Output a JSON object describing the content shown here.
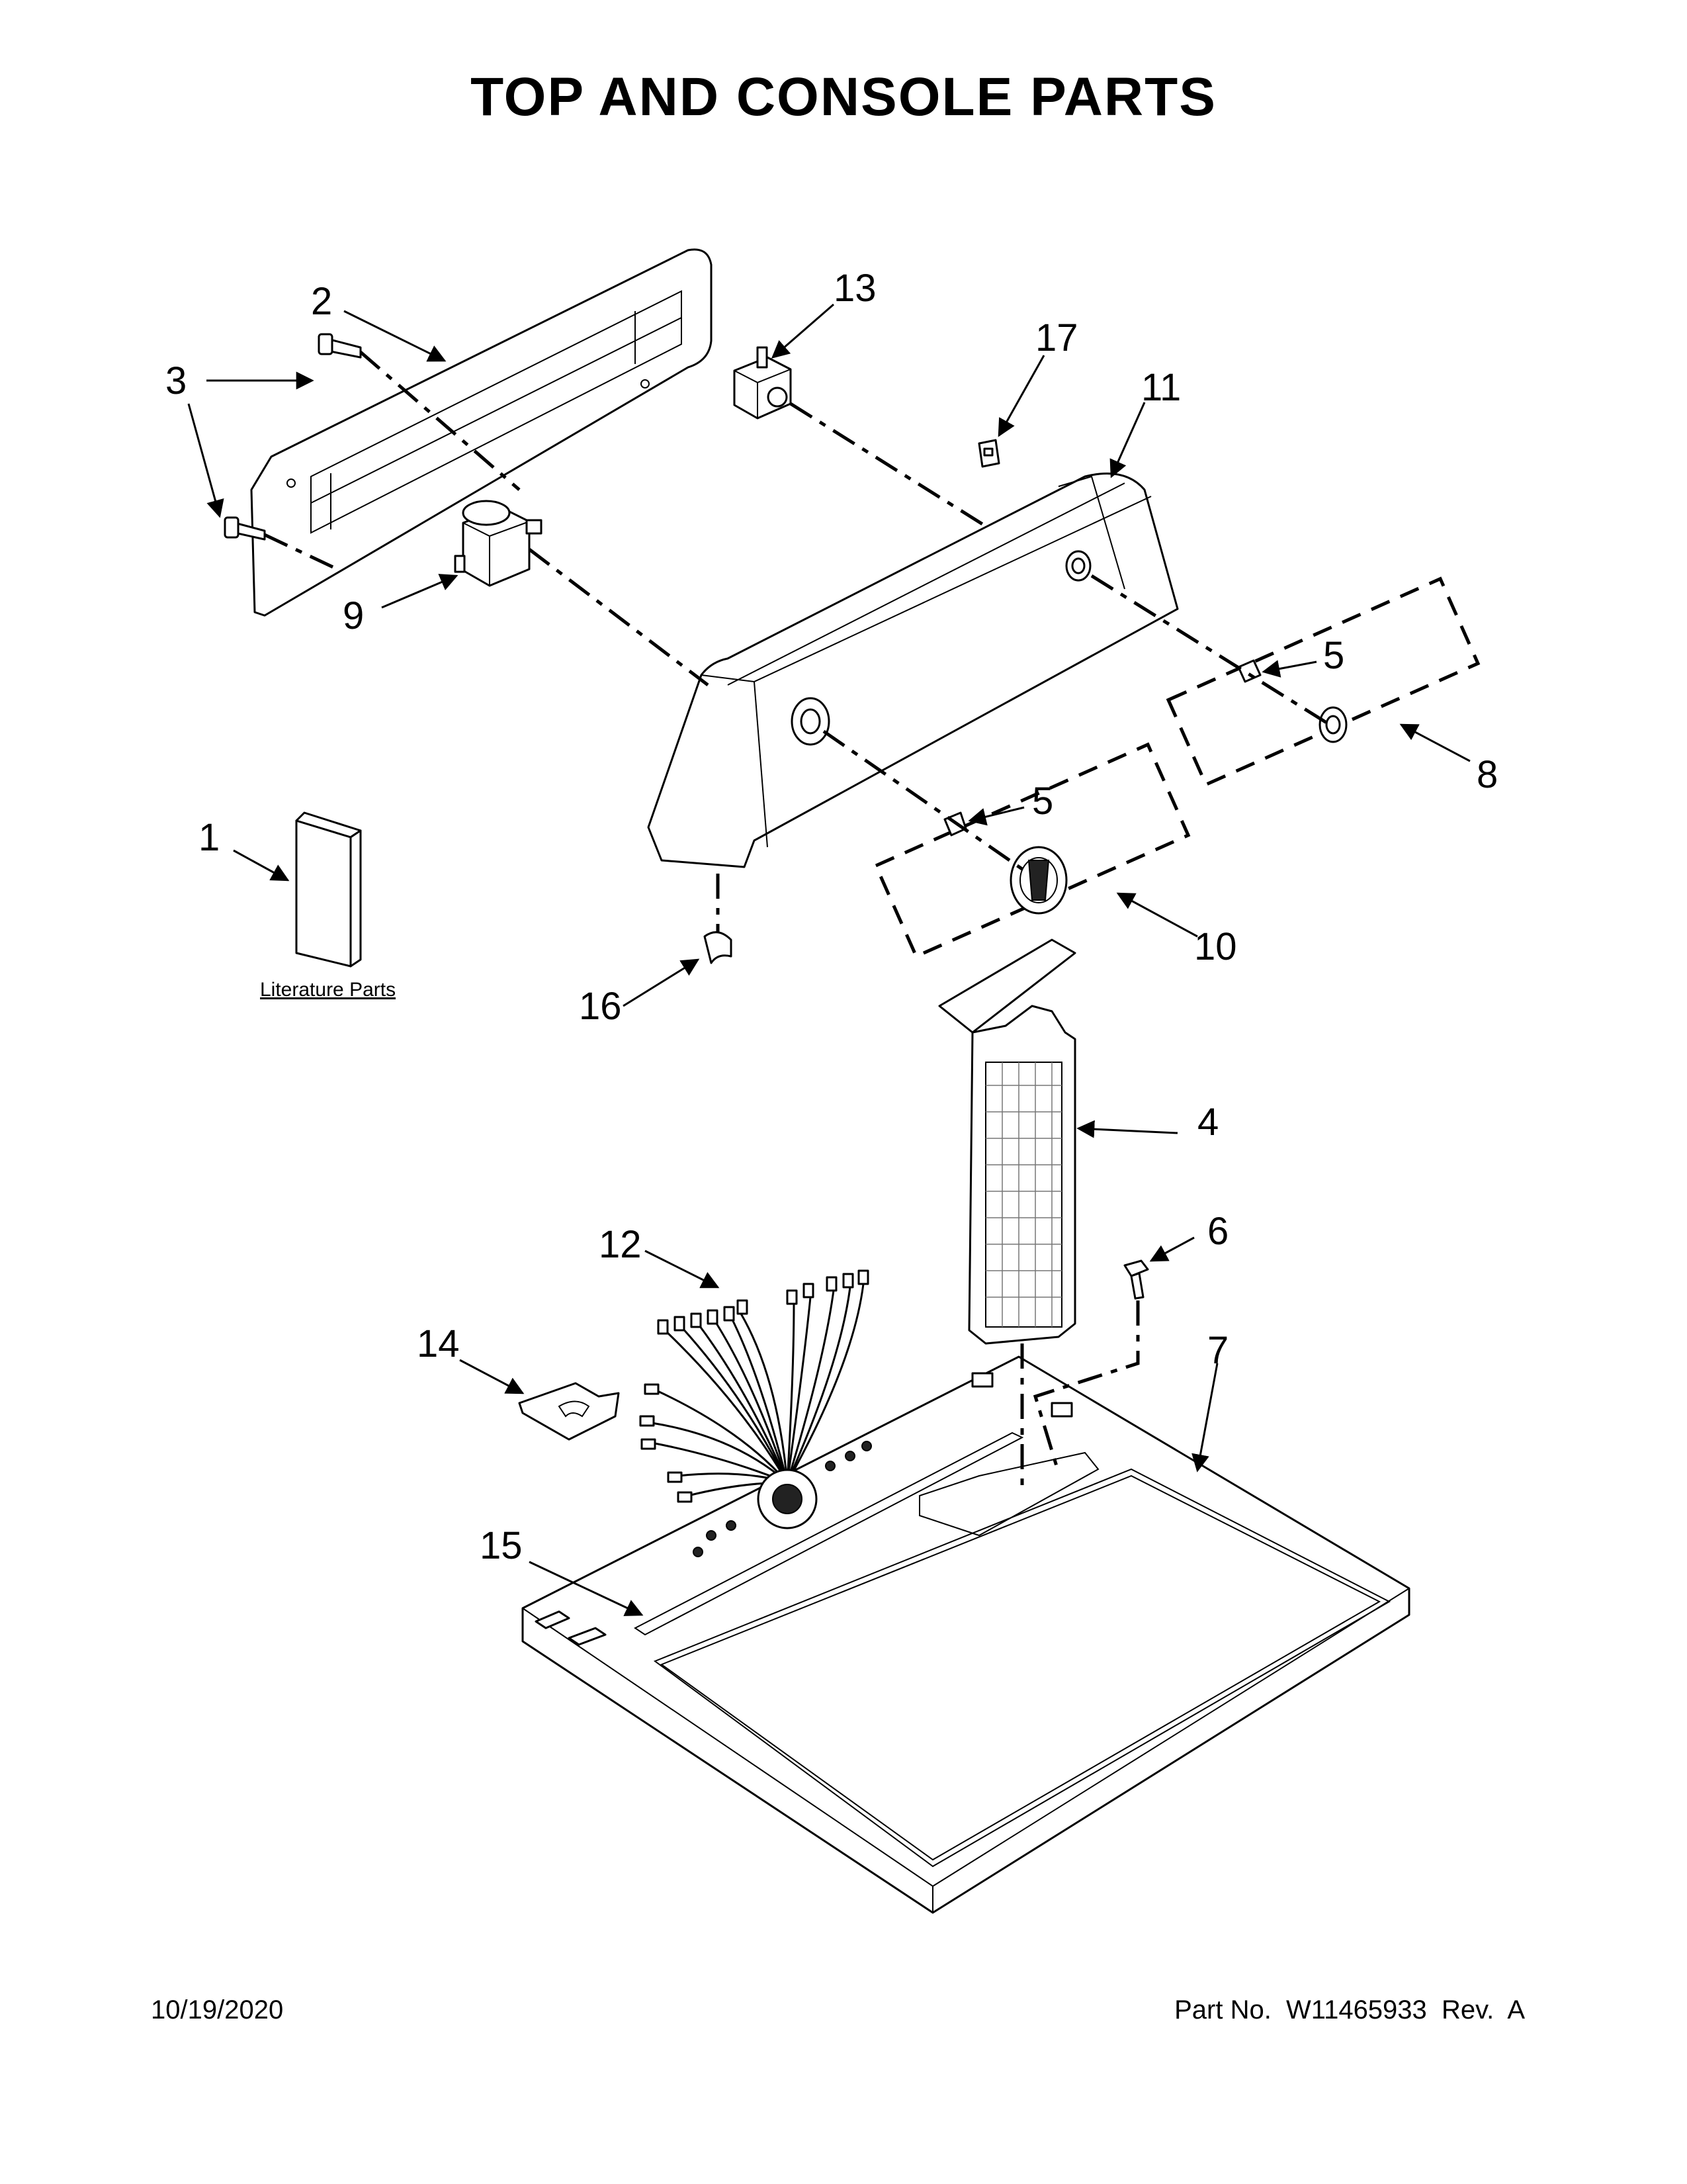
{
  "title": "TOP AND CONSOLE PARTS",
  "literature_label": "Literature Parts",
  "footer": {
    "date": "10/19/2020",
    "part_number": "Part No.  W11465933  Rev.  A"
  },
  "callouts": {
    "c1": "1",
    "c2": "2",
    "c3": "3",
    "c4": "4",
    "c5a": "5",
    "c5b": "5",
    "c6": "6",
    "c7": "7",
    "c8": "8",
    "c9": "9",
    "c10": "10",
    "c11": "11",
    "c12": "12",
    "c13": "13",
    "c14": "14",
    "c15": "15",
    "c16": "16",
    "c17": "17"
  }
}
